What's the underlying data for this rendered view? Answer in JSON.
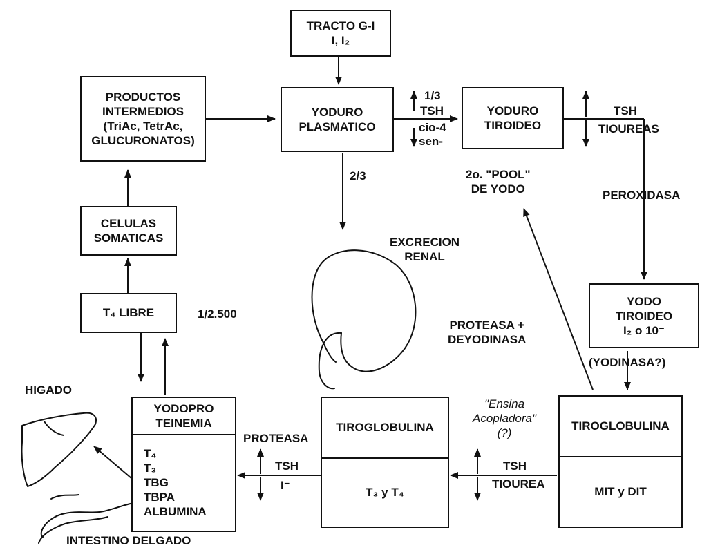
{
  "boxes": {
    "tracto": "TRACTO G-I\nI, I₂",
    "productos": "PRODUCTOS\nINTERMEDIOS\n(TriAc, TetrAc,\nGLUCURONATOS)",
    "yoduro_plasmatico": "YODURO\nPLASMATICO",
    "yoduro_tiroideo": "YODURO\nTIROIDEO",
    "celulas": "CELULAS\nSOMATICAS",
    "t4_libre": "T₄ LIBRE",
    "yodo_tiroideo": "YODO\nTIROIDEO\nI₂ o 10⁻",
    "yodoproteinemia": {
      "header": "YODOPRO\nTEINEMIA",
      "body": "T₄\nT₃\nTBG\nTBPA\nALBUMINA"
    },
    "tiroglobulina_mid": {
      "header": "TIROGLOBULINA",
      "body": "T₃ y T₄"
    },
    "tiroglobulina_right": {
      "header": "TIROGLOBULINA",
      "body": "MIT y DIT"
    }
  },
  "labels": {
    "one_third": "1/3",
    "tsh_top": "TSH",
    "cio4": "cio-4",
    "sen": "sen-",
    "two_thirds": "2/3",
    "tsh_right": "TSH",
    "tioureas": "TIOUREAS",
    "pool": "2o. \"POOL\"\nDE YODO",
    "peroxidasa": "PEROXIDASA",
    "excrecion": "EXCRECION\nRENAL",
    "ratio": "1/2.500",
    "proteasa_deyodinasa": "PROTEASA +\nDEYODINASA",
    "yodinasa": "(YODINASA?)",
    "higado": "HIGADO",
    "proteasa": "PROTEASA",
    "tsh_left": "TSH",
    "iodide": "I⁻",
    "ensina": "\"Ensina\nAcopladora\"\n(?)",
    "tsh_mid": "TSH",
    "tiourea": "TIOUREA",
    "intestino": "INTESTINO DELGADO"
  },
  "colors": {
    "ink": "#111111",
    "background": "#ffffff"
  }
}
